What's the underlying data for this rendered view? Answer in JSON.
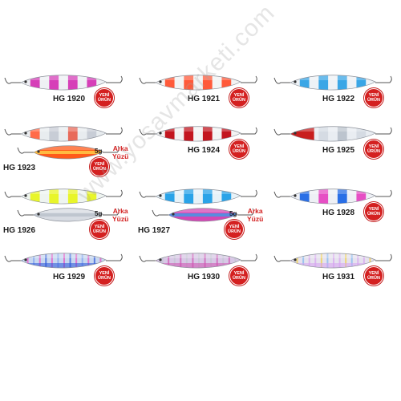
{
  "watermark": "www.yosavmarketi.com",
  "badge": {
    "line1": "YENİ",
    "line2": "ÜRÜN"
  },
  "back_label": {
    "line1": "Arka",
    "line2": "Yüzü"
  },
  "weight_label": "5g",
  "products": [
    {
      "code": "HG 1920",
      "new": true,
      "back": false
    },
    {
      "code": "HG 1921",
      "new": true,
      "back": false
    },
    {
      "code": "HG 1922",
      "new": true,
      "back": false
    },
    {
      "code": "HG 1923",
      "new": true,
      "back": true
    },
    {
      "code": "HG 1924",
      "new": true,
      "back": false
    },
    {
      "code": "HG 1925",
      "new": true,
      "back": false
    },
    {
      "code": "HG 1926",
      "new": true,
      "back": true
    },
    {
      "code": "HG 1927",
      "new": true,
      "back": true
    },
    {
      "code": "HG 1928",
      "new": true,
      "back": false
    },
    {
      "code": "HG 1929",
      "new": true,
      "back": false
    },
    {
      "code": "HG 1930",
      "new": true,
      "back": false
    },
    {
      "code": "HG 1931",
      "new": true,
      "back": false
    }
  ],
  "colors": {
    "badge": "#d42020",
    "back_label": "#d32222",
    "text": "#1a1a1a"
  }
}
